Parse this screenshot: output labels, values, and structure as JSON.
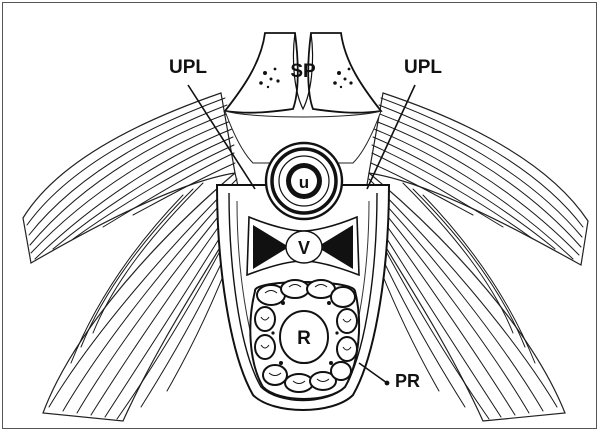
{
  "figure": {
    "labels": {
      "symphysis": "SP",
      "ligament_left": "UPL",
      "ligament_right": "UPL",
      "urethra": "u",
      "vagina": "V",
      "rectum": "R",
      "puborectalis": "PR"
    }
  }
}
